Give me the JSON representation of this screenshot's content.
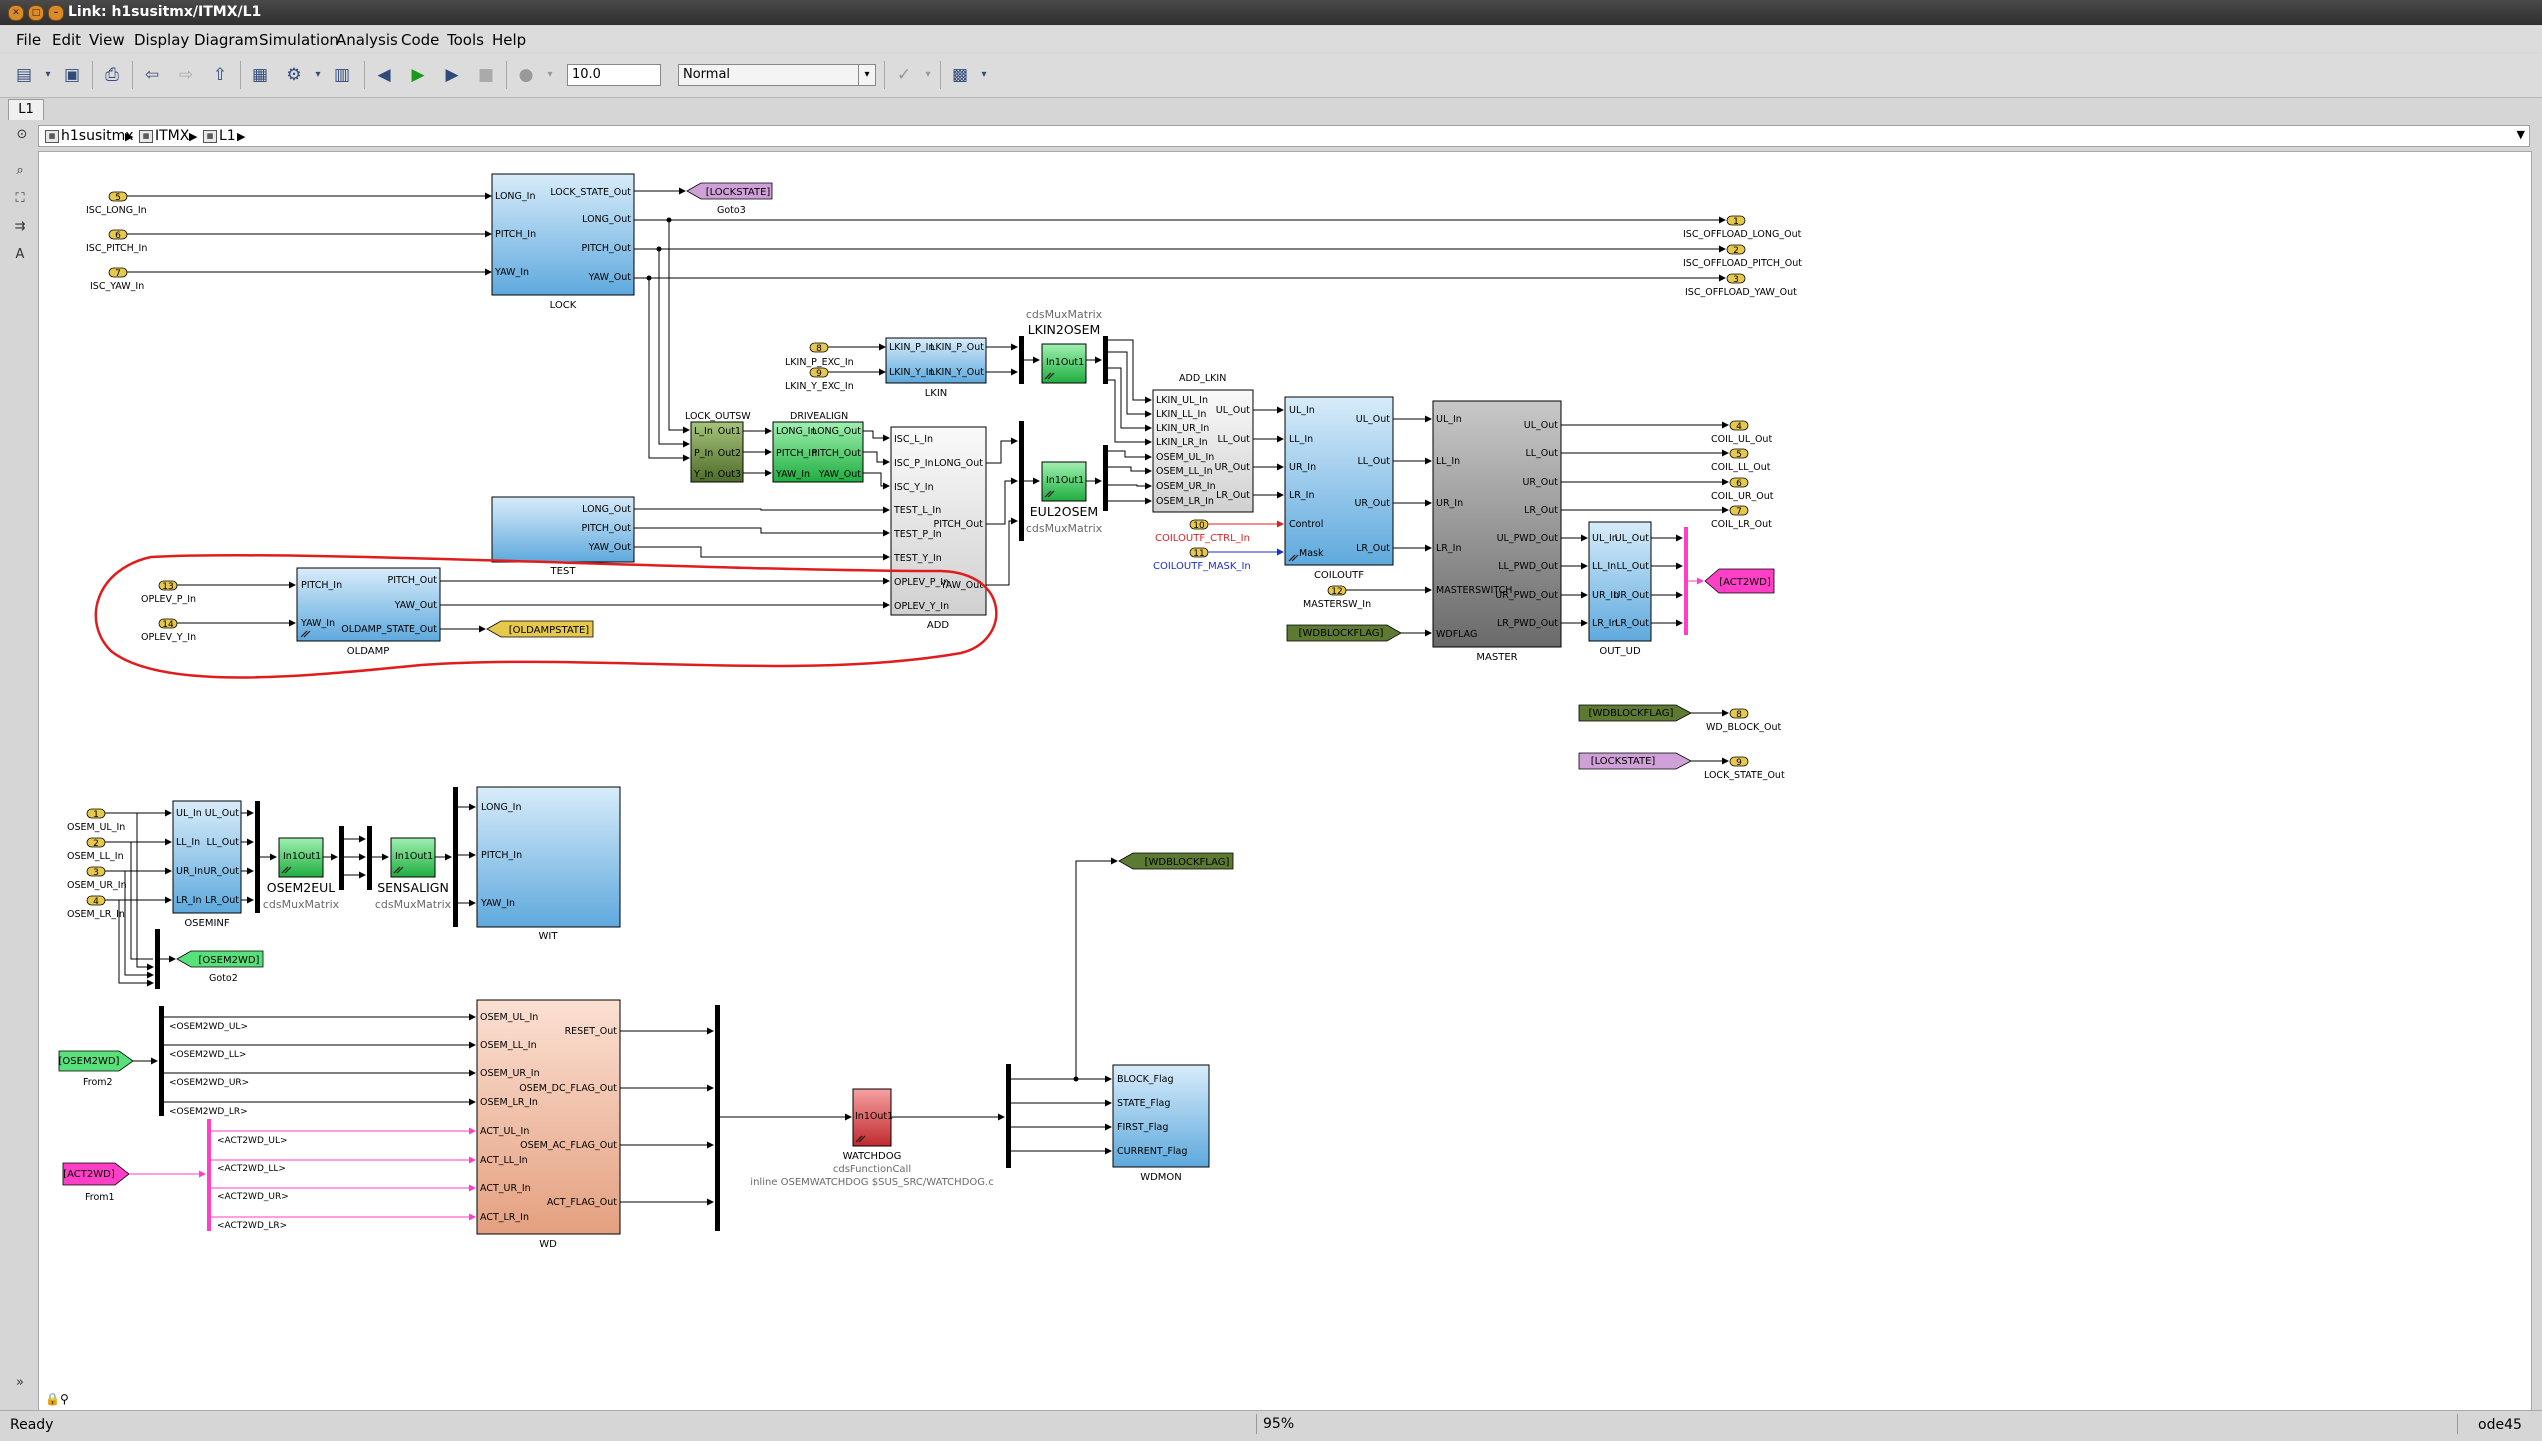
{
  "window": {
    "title": "Link: h1susitmx/ITMX/L1"
  },
  "menu": [
    "File",
    "Edit",
    "View",
    "Display",
    "Diagram",
    "Simulation",
    "Analysis",
    "Code",
    "Tools",
    "Help"
  ],
  "toolbar": {
    "stop_time": "10.0",
    "sim_mode": "Normal"
  },
  "tab": {
    "label": "L1"
  },
  "breadcrumb": [
    "h1susitmx",
    "ITMX",
    "L1"
  ],
  "status": {
    "left": "Ready",
    "zoom": "95%",
    "solver": "ode45"
  },
  "colors": {
    "blue_block": "#5ea9dd",
    "green_block": "#26b84a",
    "dark_green": "#5c7a32",
    "gray_block": "#7a7a7a",
    "salmon_block": "#e8a58a",
    "red_block": "#d8373b",
    "port_yellow": "#e6c84c",
    "pink_tag": "#ff3fc5",
    "lightgreen_tag": "#58e07a",
    "lavender_tag": "#d0a0d8",
    "annotation_red": "#e11c1c"
  },
  "diagram": {
    "inports": [
      {
        "num": "5",
        "label": "ISC_LONG_In"
      },
      {
        "num": "6",
        "label": "ISC_PITCH_In"
      },
      {
        "num": "7",
        "label": "ISC_YAW_In"
      },
      {
        "num": "8",
        "label": "LKIN_P_EXC_In"
      },
      {
        "num": "9",
        "label": "LKIN_Y_EXC_In"
      },
      {
        "num": "13",
        "label": "OPLEV_P_In"
      },
      {
        "num": "14",
        "label": "OPLEV_Y_In"
      },
      {
        "num": "10",
        "label": "COILOUTF_CTRL_In"
      },
      {
        "num": "11",
        "label": "COILOUTF_MASK_In"
      },
      {
        "num": "12",
        "label": "MASTERSW_In"
      },
      {
        "num": "1",
        "label": "OSEM_UL_In"
      },
      {
        "num": "2",
        "label": "OSEM_LL_In"
      },
      {
        "num": "3",
        "label": "OSEM_UR_In"
      },
      {
        "num": "4",
        "label": "OSEM_LR_In"
      }
    ],
    "outports": [
      {
        "num": "1",
        "label": "ISC_OFFLOAD_LONG_Out"
      },
      {
        "num": "2",
        "label": "ISC_OFFLOAD_PITCH_Out"
      },
      {
        "num": "3",
        "label": "ISC_OFFLOAD_YAW_Out"
      },
      {
        "num": "4",
        "label": "COIL_UL_Out"
      },
      {
        "num": "5",
        "label": "COIL_LL_Out"
      },
      {
        "num": "6",
        "label": "COIL_UR_Out"
      },
      {
        "num": "7",
        "label": "COIL_LR_Out"
      },
      {
        "num": "8",
        "label": "WD_BLOCK_Out"
      },
      {
        "num": "9",
        "label": "LOCK_STATE_Out"
      }
    ],
    "blocks": {
      "lock": {
        "name": "LOCK",
        "in": [
          "LONG_In",
          "PITCH_In",
          "YAW_In"
        ],
        "out": [
          "LOCK_STATE_Out",
          "LONG_Out",
          "PITCH_Out",
          "YAW_Out"
        ]
      },
      "test": {
        "name": "TEST",
        "out": [
          "LONG_Out",
          "PITCH_Out",
          "YAW_Out"
        ]
      },
      "oldamp": {
        "name": "OLDAMP",
        "in": [
          "PITCH_In",
          "YAW_In"
        ],
        "out": [
          "PITCH_Out",
          "YAW_Out",
          "OLDAMP_STATE_Out"
        ]
      },
      "lkin": {
        "name": "LKIN",
        "in": [
          "LKIN_P_In",
          "LKIN_Y_In"
        ],
        "out": [
          "LKIN_P_Out",
          "LKIN_Y_Out"
        ]
      },
      "lkin2osem": {
        "name": "LKIN2OSEM",
        "sub": "cdsMuxMatrix",
        "inner": "In1Out1"
      },
      "lock_outsw": {
        "name": "LOCK_OUTSW",
        "in": [
          "L_In",
          "P_In",
          "Y_In"
        ],
        "out": [
          "Out1",
          "Out2",
          "Out3"
        ]
      },
      "drivealign": {
        "name": "DRIVEALIGN",
        "in": [
          "LONG_In",
          "PITCH_In",
          "YAW_In"
        ],
        "out": [
          "LONG_Out",
          "PITCH_Out",
          "YAW_Out"
        ]
      },
      "add": {
        "name": "ADD",
        "in": [
          "ISC_L_In",
          "ISC_P_In",
          "ISC_Y_In",
          "TEST_L_In",
          "TEST_P_In",
          "TEST_Y_In",
          "OPLEV_P_In",
          "OPLEV_Y_In"
        ],
        "out": [
          "LONG_Out",
          "PITCH_Out",
          "YAW_Out"
        ]
      },
      "eul2osem": {
        "name": "EUL2OSEM",
        "sub": "cdsMuxMatrix",
        "inner": "In1Out1"
      },
      "add_lkin": {
        "name": "ADD_LKIN",
        "in": [
          "LKIN_UL_In",
          "LKIN_LL_In",
          "LKIN_UR_In",
          "LKIN_LR_In",
          "OSEM_UL_In",
          "OSEM_LL_In",
          "OSEM_UR_In",
          "OSEM_LR_In"
        ],
        "out": [
          "UL_Out",
          "LL_Out",
          "UR_Out",
          "LR_Out"
        ]
      },
      "coiloutf": {
        "name": "COILOUTF",
        "in": [
          "UL_In",
          "LL_In",
          "UR_In",
          "LR_In",
          "Control",
          "Mask"
        ],
        "out": [
          "UL_Out",
          "LL_Out",
          "UR_Out",
          "LR_Out"
        ]
      },
      "master": {
        "name": "MASTER",
        "in": [
          "UL_In",
          "LL_In",
          "UR_In",
          "LR_In",
          "MASTERSWITCH",
          "WDFLAG"
        ],
        "out": [
          "UL_Out",
          "LL_Out",
          "UR_Out",
          "LR_Out",
          "UL_PWD_Out",
          "LL_PWD_Out",
          "UR_PWD_Out",
          "LR_PWD_Out"
        ]
      },
      "out_ud": {
        "name": "OUT_UD",
        "in": [
          "UL_In",
          "LL_In",
          "UR_In",
          "LR_In"
        ],
        "out": [
          "UL_Out",
          "LL_Out",
          "UR_Out",
          "LR_Out"
        ]
      },
      "oseminf": {
        "name": "OSEMINF",
        "in": [
          "UL_In",
          "LL_In",
          "UR_In",
          "LR_In"
        ],
        "out": [
          "UL_Out",
          "LL_Out",
          "UR_Out",
          "LR_Out"
        ]
      },
      "osem2eul": {
        "name": "OSEM2EUL",
        "sub": "cdsMuxMatrix",
        "inner": "In1Out1"
      },
      "sensalign": {
        "name": "SENSALIGN",
        "sub": "cdsMuxMatrix",
        "inner": "In1Out1"
      },
      "wit": {
        "name": "WIT",
        "in": [
          "LONG_In",
          "PITCH_In",
          "YAW_In"
        ]
      },
      "wd": {
        "name": "WD",
        "in": [
          "OSEM_UL_In",
          "OSEM_LL_In",
          "OSEM_UR_In",
          "OSEM_LR_In",
          "ACT_UL_In",
          "ACT_LL_In",
          "ACT_UR_In",
          "ACT_LR_In"
        ],
        "out": [
          "RESET_Out",
          "OSEM_DC_FLAG_Out",
          "OSEM_AC_FLAG_Out",
          "ACT_FLAG_Out"
        ]
      },
      "watchdog": {
        "name": "WATCHDOG",
        "sub": "cdsFunctionCall",
        "sub2": "inline OSEMWATCHDOG $SUS_SRC/WATCHDOG.c",
        "inner": "In1Out1"
      },
      "wdmon": {
        "name": "WDMON",
        "in": [
          "BLOCK_Flag",
          "STATE_Flag",
          "FIRST_Flag",
          "CURRENT_Flag"
        ]
      }
    },
    "tags": {
      "goto3": {
        "text": "[LOCKSTATE]",
        "name": "Goto3"
      },
      "oldampstate": {
        "text": "[OLDAMPSTATE]"
      },
      "act2wd_goto": {
        "text": "[ACT2WD]"
      },
      "wdblockflag_from1": {
        "text": "[WDBLOCKFLAG]"
      },
      "wdblockflag_from2": {
        "text": "[WDBLOCKFLAG]"
      },
      "lockstate_from": {
        "text": "[LOCKSTATE]"
      },
      "osem2wd_goto": {
        "text": "[OSEM2WD]",
        "name": "Goto2"
      },
      "osem2wd_from": {
        "text": "[OSEM2WD]",
        "name": "From2"
      },
      "act2wd_from": {
        "text": "[ACT2WD]",
        "name": "From1"
      },
      "wdblockflag_goto": {
        "text": "[WDBLOCKFLAG]"
      }
    },
    "signals": {
      "osem2wd": [
        "<OSEM2WD_UL>",
        "<OSEM2WD_LL>",
        "<OSEM2WD_UR>",
        "<OSEM2WD_LR>"
      ],
      "act2wd": [
        "<ACT2WD_UL>",
        "<ACT2WD_LL>",
        "<ACT2WD_UR>",
        "<ACT2WD_LR>"
      ]
    },
    "lkin2osem_top": "cdsMuxMatrix"
  }
}
